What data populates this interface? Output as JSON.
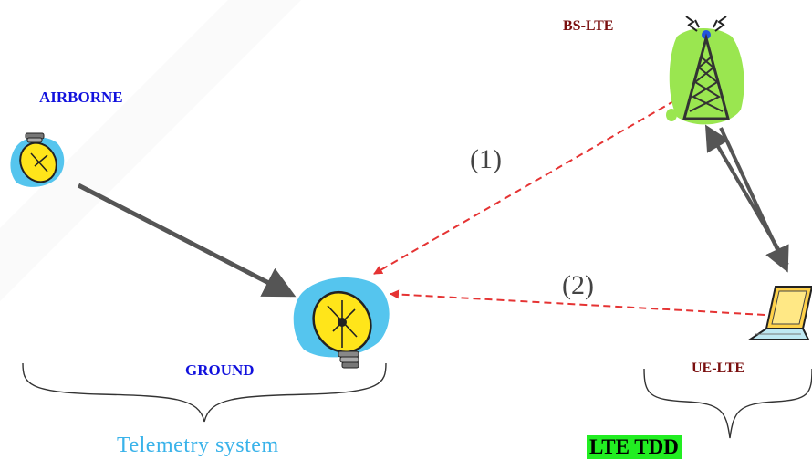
{
  "nodes": {
    "airborne": {
      "label": "AIRBORNE"
    },
    "ground": {
      "label": "GROUND"
    },
    "bs_lte": {
      "label": "BS-LTE"
    },
    "ue_lte": {
      "label": "UE-LTE"
    }
  },
  "links": {
    "path_1": {
      "label": "(1)"
    },
    "path_2": {
      "label": "(2)"
    }
  },
  "groups": {
    "telemetry": {
      "label": "Telemetry system"
    },
    "lte": {
      "label": "LTE TDD"
    }
  },
  "colors": {
    "node_label": "#1111dd",
    "lte_label": "#7a0f0f",
    "solid_arrow": "#555555",
    "dashed_arrow": "#e53333",
    "telemetry_text": "#3ab3ea",
    "lte_highlight": "#22ee22"
  },
  "icons": {
    "airborne": "satellite-dish-icon",
    "ground": "satellite-dish-icon",
    "bs_lte": "radio-tower-icon",
    "ue_lte": "laptop-icon"
  }
}
